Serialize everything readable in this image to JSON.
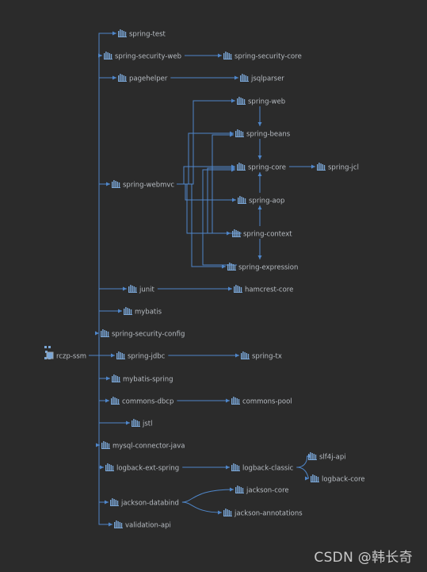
{
  "diagram": {
    "root": {
      "id": "rczp-ssm",
      "label": "rczp-ssm"
    },
    "nodes": [
      {
        "id": "spring-test",
        "label": "spring-test"
      },
      {
        "id": "spring-security-web",
        "label": "spring-security-web"
      },
      {
        "id": "spring-security-core",
        "label": "spring-security-core"
      },
      {
        "id": "pagehelper",
        "label": "pagehelper"
      },
      {
        "id": "jsqlparser",
        "label": "jsqlparser"
      },
      {
        "id": "spring-web",
        "label": "spring-web"
      },
      {
        "id": "spring-beans",
        "label": "spring-beans"
      },
      {
        "id": "spring-core",
        "label": "spring-core"
      },
      {
        "id": "spring-jcl",
        "label": "spring-jcl"
      },
      {
        "id": "spring-webmvc",
        "label": "spring-webmvc"
      },
      {
        "id": "spring-aop",
        "label": "spring-aop"
      },
      {
        "id": "spring-context",
        "label": "spring-context"
      },
      {
        "id": "spring-expression",
        "label": "spring-expression"
      },
      {
        "id": "junit",
        "label": "junit"
      },
      {
        "id": "hamcrest-core",
        "label": "hamcrest-core"
      },
      {
        "id": "mybatis",
        "label": "mybatis"
      },
      {
        "id": "spring-security-config",
        "label": "spring-security-config"
      },
      {
        "id": "spring-jdbc",
        "label": "spring-jdbc"
      },
      {
        "id": "spring-tx",
        "label": "spring-tx"
      },
      {
        "id": "mybatis-spring",
        "label": "mybatis-spring"
      },
      {
        "id": "commons-dbcp",
        "label": "commons-dbcp"
      },
      {
        "id": "commons-pool",
        "label": "commons-pool"
      },
      {
        "id": "jstl",
        "label": "jstl"
      },
      {
        "id": "mysql-connector-java",
        "label": "mysql-connector-java"
      },
      {
        "id": "logback-ext-spring",
        "label": "logback-ext-spring"
      },
      {
        "id": "logback-classic",
        "label": "logback-classic"
      },
      {
        "id": "slf4j-api",
        "label": "slf4j-api"
      },
      {
        "id": "logback-core",
        "label": "logback-core"
      },
      {
        "id": "jackson-databind",
        "label": "jackson-databind"
      },
      {
        "id": "jackson-core",
        "label": "jackson-core"
      },
      {
        "id": "jackson-annotations",
        "label": "jackson-annotations"
      },
      {
        "id": "validation-api",
        "label": "validation-api"
      }
    ],
    "edges": [
      [
        "rczp-ssm",
        "spring-test"
      ],
      [
        "rczp-ssm",
        "spring-security-web"
      ],
      [
        "rczp-ssm",
        "pagehelper"
      ],
      [
        "rczp-ssm",
        "spring-webmvc"
      ],
      [
        "rczp-ssm",
        "junit"
      ],
      [
        "rczp-ssm",
        "mybatis"
      ],
      [
        "rczp-ssm",
        "spring-security-config"
      ],
      [
        "rczp-ssm",
        "spring-jdbc"
      ],
      [
        "rczp-ssm",
        "mybatis-spring"
      ],
      [
        "rczp-ssm",
        "commons-dbcp"
      ],
      [
        "rczp-ssm",
        "jstl"
      ],
      [
        "rczp-ssm",
        "mysql-connector-java"
      ],
      [
        "rczp-ssm",
        "logback-ext-spring"
      ],
      [
        "rczp-ssm",
        "jackson-databind"
      ],
      [
        "rczp-ssm",
        "validation-api"
      ],
      [
        "spring-security-web",
        "spring-security-core"
      ],
      [
        "pagehelper",
        "jsqlparser"
      ],
      [
        "spring-webmvc",
        "spring-web"
      ],
      [
        "spring-webmvc",
        "spring-beans"
      ],
      [
        "spring-webmvc",
        "spring-core"
      ],
      [
        "spring-webmvc",
        "spring-aop"
      ],
      [
        "spring-webmvc",
        "spring-context"
      ],
      [
        "spring-webmvc",
        "spring-expression"
      ],
      [
        "spring-web",
        "spring-beans"
      ],
      [
        "spring-beans",
        "spring-core"
      ],
      [
        "spring-core",
        "spring-jcl"
      ],
      [
        "spring-aop",
        "spring-core"
      ],
      [
        "spring-context",
        "spring-aop"
      ],
      [
        "spring-context",
        "spring-expression"
      ],
      [
        "spring-context",
        "spring-beans"
      ],
      [
        "spring-context",
        "spring-core"
      ],
      [
        "spring-expression",
        "spring-core"
      ],
      [
        "junit",
        "hamcrest-core"
      ],
      [
        "spring-jdbc",
        "spring-tx"
      ],
      [
        "commons-dbcp",
        "commons-pool"
      ],
      [
        "logback-ext-spring",
        "logback-classic"
      ],
      [
        "logback-classic",
        "slf4j-api"
      ],
      [
        "logback-classic",
        "logback-core"
      ],
      [
        "jackson-databind",
        "jackson-core"
      ],
      [
        "jackson-databind",
        "jackson-annotations"
      ]
    ]
  },
  "watermark": "CSDN @韩长奇",
  "colors": {
    "background": "#2b2b2b",
    "edge": "#4f86c9",
    "icon": "#7aa6d6",
    "text": "#b7bcc2"
  },
  "icons": {
    "library": "library-icon",
    "module": "module-icon"
  }
}
